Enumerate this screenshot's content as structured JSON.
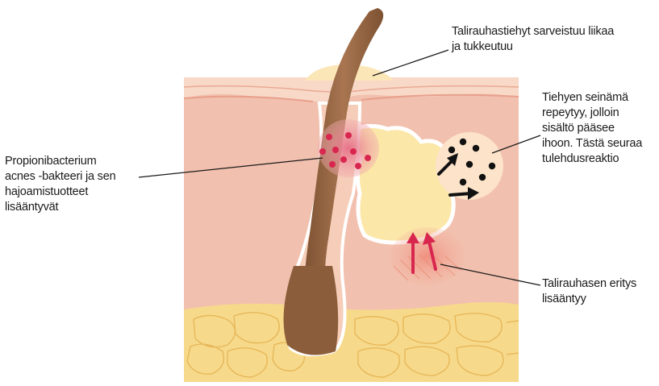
{
  "labels": {
    "duct_blockage": "Talirauhastiehyt sarveistuu liikaa\nja tukkeutuu",
    "wall_rupture": "Tiehyen seinämä\nrepeytyy, jolloin\nsisältö pääsee\nihoon. Tästä seuraa\ntulehdusreaktio",
    "bacteria": "Propionibacterium\nacnes -bakteeri ja sen\nhajoamistuotteet\nlisääntyvät",
    "secretion": "Talirauhasen eritys\nlisääntyy"
  },
  "colors": {
    "skin_dermis": "#f2c2b0",
    "epidermis": "#f6d4c4",
    "fat": "#f6d98a",
    "sebum": "#fbe8a6",
    "hair": "#9b6a43",
    "bacteria_dot": "#d9264f",
    "arrow_red": "#d9264f",
    "content_dot": "#111111"
  }
}
